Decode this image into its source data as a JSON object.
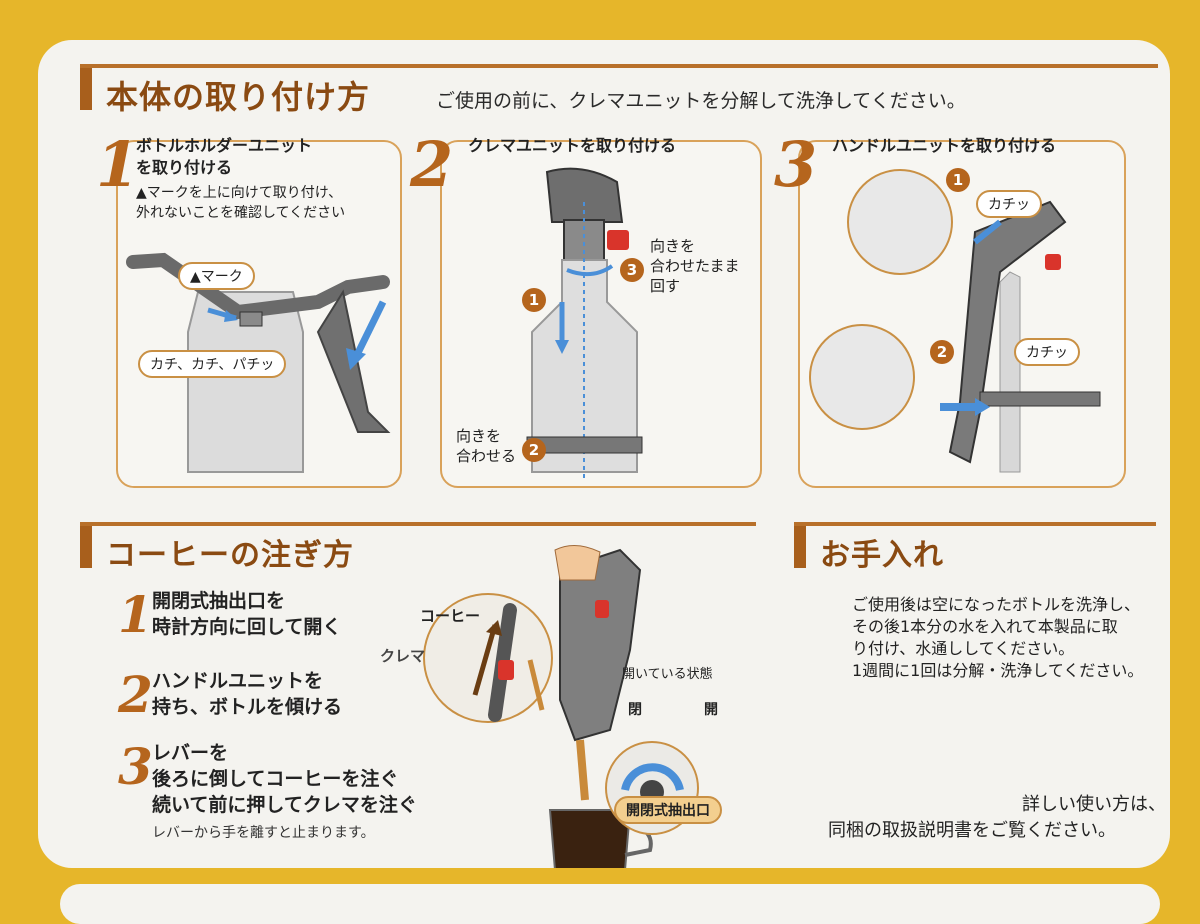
{
  "install": {
    "title": "本体の取り付け方",
    "subtitle": "ご使用の前に、クレマユニットを分解して洗浄してください。",
    "steps": [
      {
        "num": "1",
        "title_line1": "ボトルホルダーユニット",
        "title_line2": "を取り付ける",
        "desc_line1": "▲マークを上に向けて取り付け、",
        "desc_line2": "外れないことを確認してください",
        "callout_mark": "▲マーク",
        "callout_click": "カチ、カチ、パチッ"
      },
      {
        "num": "2",
        "title": "クレマユニットを取り付ける",
        "c1": "1",
        "c2": "2",
        "c3": "3",
        "label_align_top_l1": "向きを",
        "label_align_top_l2": "合わせたまま",
        "label_align_top_l3": "回す",
        "label_align_bottom_l1": "向きを",
        "label_align_bottom_l2": "合わせる"
      },
      {
        "num": "3",
        "title": "ハンドルユニットを取り付ける",
        "c1": "1",
        "c2": "2",
        "callout_top": "カチッ",
        "callout_bottom": "カチッ"
      }
    ]
  },
  "pour": {
    "title": "コーヒーの注ぎ方",
    "steps": [
      {
        "num": "1",
        "line1": "開閉式抽出口を",
        "line2": "時計方向に回して開く"
      },
      {
        "num": "2",
        "line1": "ハンドルユニットを",
        "line2": "持ち、ボトルを傾ける"
      },
      {
        "num": "3",
        "line1": "レバーを",
        "line2": "後ろに倒してコーヒーを注ぐ",
        "line3": "続いて前に押してクレマを注ぐ"
      }
    ],
    "note": "レバーから手を離すと止まります。",
    "lever_up": "コーヒー",
    "lever_down": "クレマ",
    "open_state": "開いている状態",
    "closed": "閉",
    "open": "開",
    "spout_label": "開閉式抽出口"
  },
  "care": {
    "title": "お手入れ",
    "line1": "ご使用後は空になったボトルを洗浄し、",
    "line2": "その後1本分の水を入れて本製品に取",
    "line3": "り付け、水通ししてください。",
    "line4": "1週間に1回は分解・洗浄してください。",
    "footer1": "詳しい使い方は、",
    "footer2": "同梱の取扱説明書をご覧ください。"
  },
  "colors": {
    "accent": "#b5651d",
    "background": "#e6b62a",
    "card": "#f4f3ef",
    "arrow": "#4a8fd8",
    "red": "#d9342b"
  }
}
